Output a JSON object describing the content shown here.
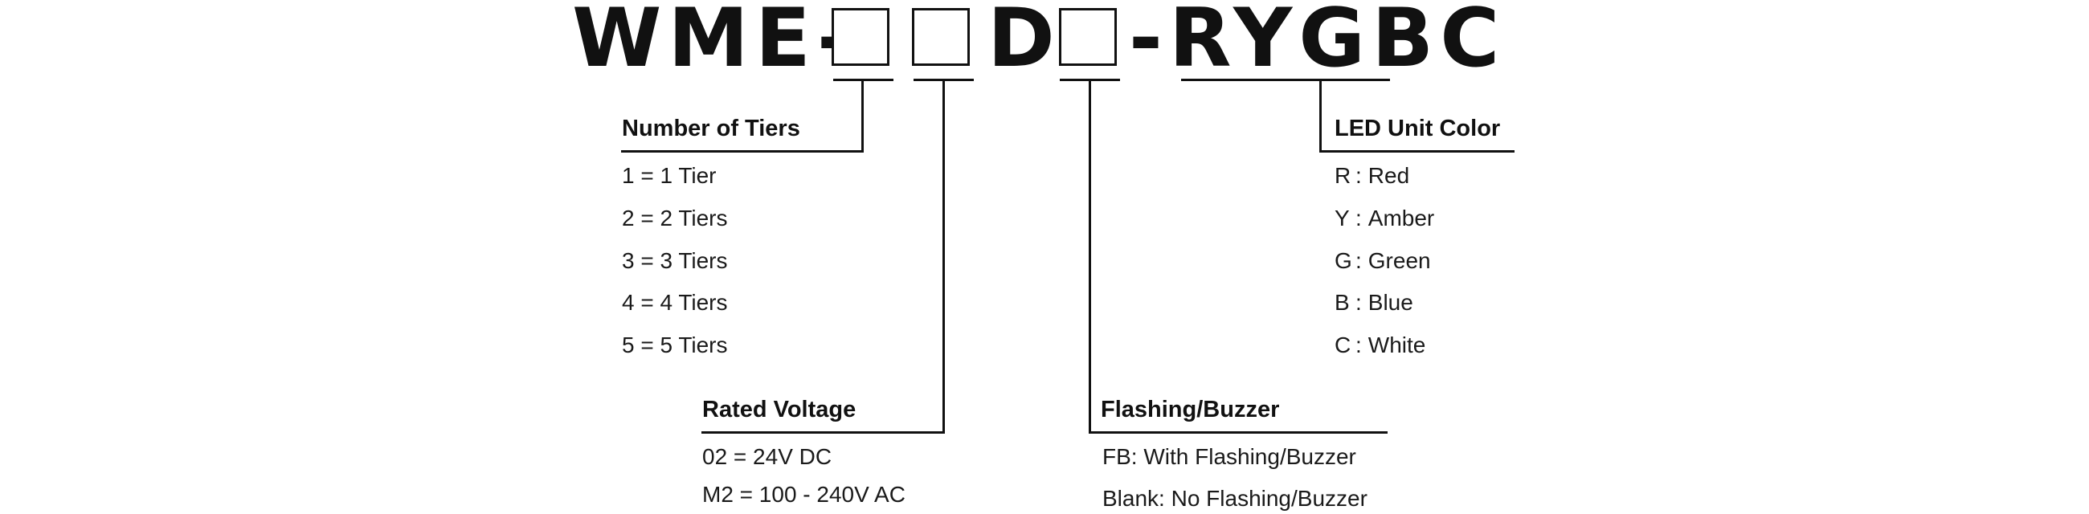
{
  "model_code": {
    "prefix": "WME-",
    "middle": "D",
    "suffix": "-RYGBC"
  },
  "tiers": {
    "heading": "Number of Tiers",
    "items": [
      "1 = 1 Tier",
      "2 = 2 Tiers",
      "3 = 3 Tiers",
      "4 = 4 Tiers",
      "5 = 5 Tiers"
    ]
  },
  "voltage": {
    "heading": "Rated Voltage",
    "items": [
      "02 = 24V DC",
      "M2 = 100 - 240V AC"
    ]
  },
  "flashing": {
    "heading": "Flashing/Buzzer",
    "items": [
      "FB: With Flashing/Buzzer",
      "Blank: No Flashing/Buzzer"
    ]
  },
  "led_color": {
    "heading": "LED Unit Color",
    "items": [
      {
        "code": "R",
        "name": "Red"
      },
      {
        "code": "Y",
        "name": "Amber"
      },
      {
        "code": "G",
        "name": "Green"
      },
      {
        "code": "B",
        "name": "Blue"
      },
      {
        "code": "C",
        "name": "White"
      }
    ]
  }
}
